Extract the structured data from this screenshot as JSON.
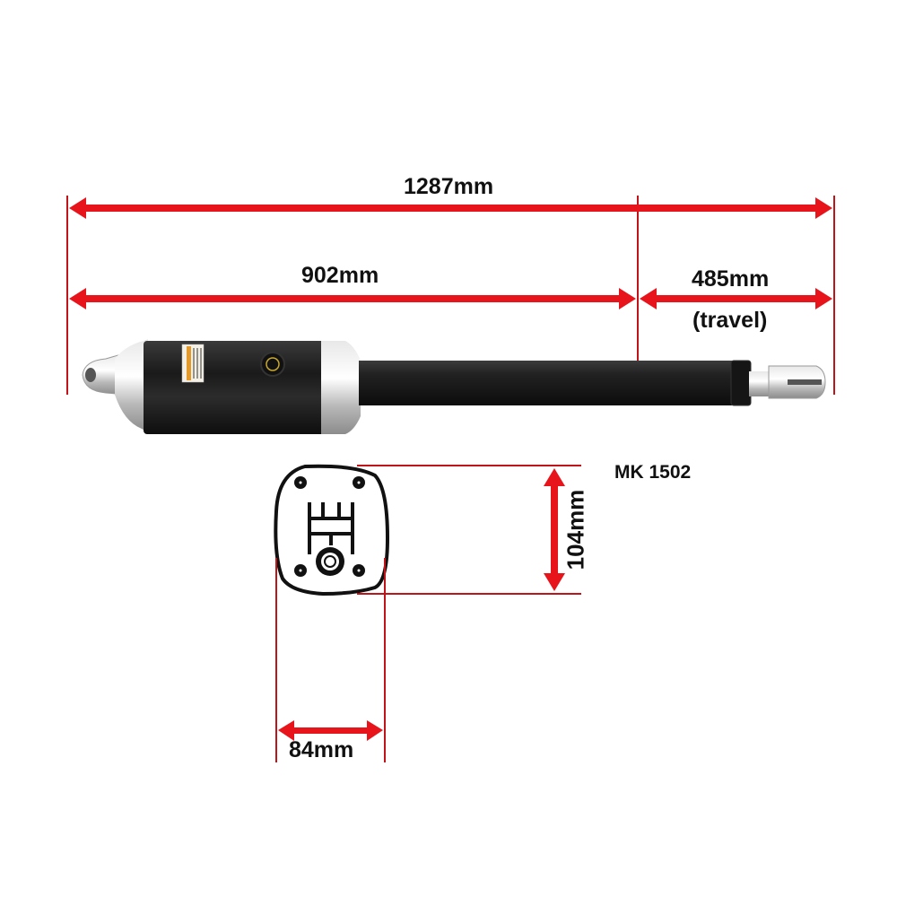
{
  "dimensions": {
    "overall_length": "1287mm",
    "retracted_length": "902mm",
    "stroke": "485mm",
    "stroke_note": "(travel)",
    "height": "104mm",
    "width": "84mm"
  },
  "model": "MK 1502",
  "colors": {
    "dimension_line": "#e8141b",
    "extension_line": "#c0141b",
    "body": "#1a1a1a",
    "metal": "#c8c8c8",
    "text": "#111111"
  }
}
